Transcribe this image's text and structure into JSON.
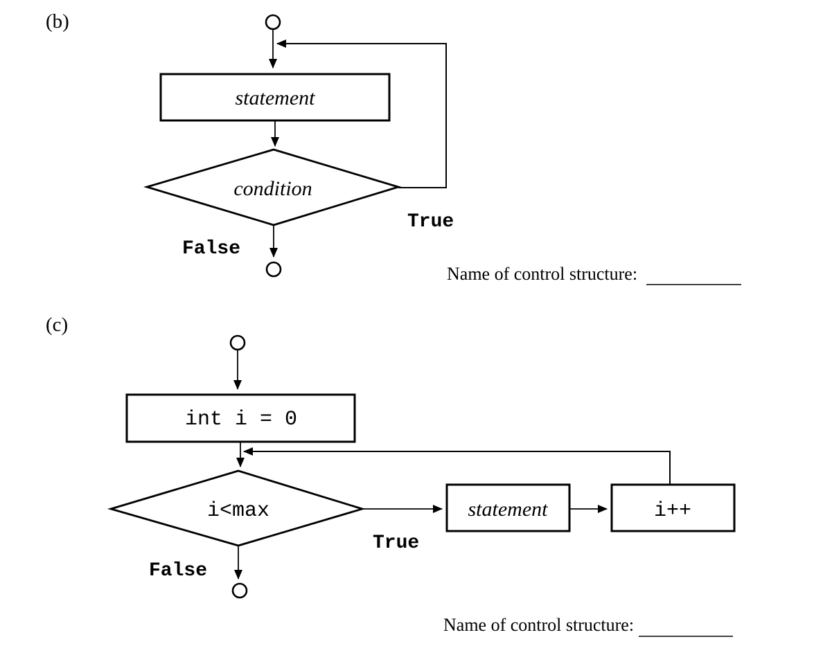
{
  "colors": {
    "ink": "#000000",
    "background": "#ffffff"
  },
  "diagrams": [
    {
      "label": "(b)",
      "process": "statement",
      "decision": "condition",
      "branch_true": "True",
      "branch_false": "False",
      "caption": "Name of control structure:",
      "answer": ""
    },
    {
      "label": "(c)",
      "init": "int i = 0",
      "decision": "i<max",
      "process": "statement",
      "increment": "i++",
      "branch_true": "True",
      "branch_false": "False",
      "caption": "Name of control structure:",
      "answer": ""
    }
  ]
}
